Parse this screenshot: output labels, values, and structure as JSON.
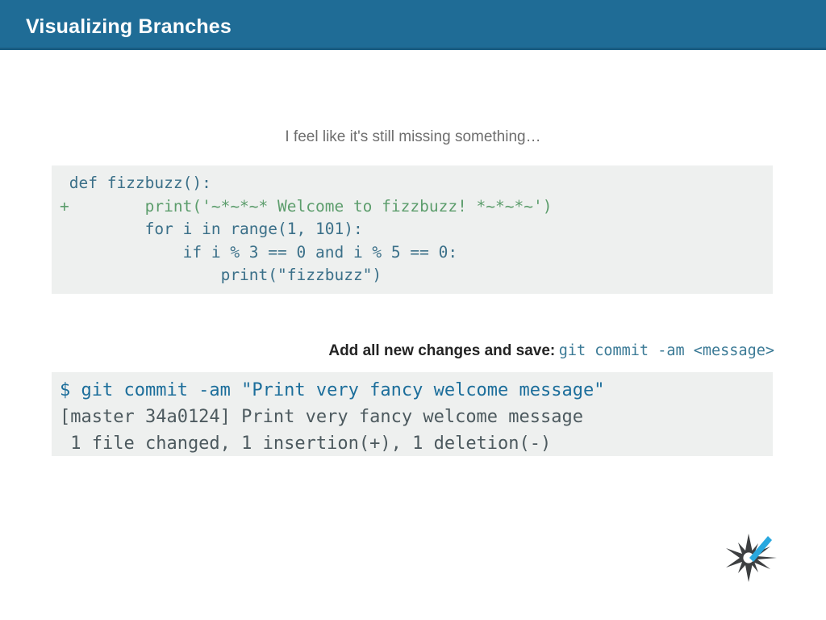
{
  "header": {
    "title": "Visualizing Branches",
    "bg_color": "#1f6c96",
    "title_color": "#ffffff"
  },
  "caption": {
    "text": "I feel like it's still missing something…",
    "color": "#6e6e6e"
  },
  "code_block": {
    "bg_color": "#eef0ef",
    "default_color": "#3b7089",
    "added_color": "#5c9d6c",
    "lines": [
      {
        "text": " def fizzbuzz():",
        "kind": "context"
      },
      {
        "text": "+        print('~*~*~* Welcome to fizzbuzz! *~*~*~')",
        "kind": "added"
      },
      {
        "text": "         for i in range(1, 101):",
        "kind": "context"
      },
      {
        "text": "             if i % 3 == 0 and i % 5 == 0:",
        "kind": "context"
      },
      {
        "text": "                 print(\"fizzbuzz\")",
        "kind": "context"
      }
    ]
  },
  "instruction": {
    "lead": "Add all new changes and save:",
    "command": "git commit -am <message>",
    "command_color": "#3b7a96"
  },
  "terminal": {
    "bg_color": "#eef0ef",
    "prompt_color": "#1c6e9b",
    "output_color": "#4d5a5f",
    "lines": [
      {
        "text": "$ git commit -am \"Print very fancy welcome message\"",
        "kind": "prompt"
      },
      {
        "text": "[master 34a0124] Print very fancy welcome message",
        "kind": "output"
      },
      {
        "text": " 1 file changed, 1 insertion(+), 1 deletion(-)",
        "kind": "output"
      }
    ]
  },
  "logo": {
    "name": "starburst-logo",
    "star_color": "#3d3f41",
    "ray_color": "#29a8df",
    "center_color": "#ffffff"
  }
}
